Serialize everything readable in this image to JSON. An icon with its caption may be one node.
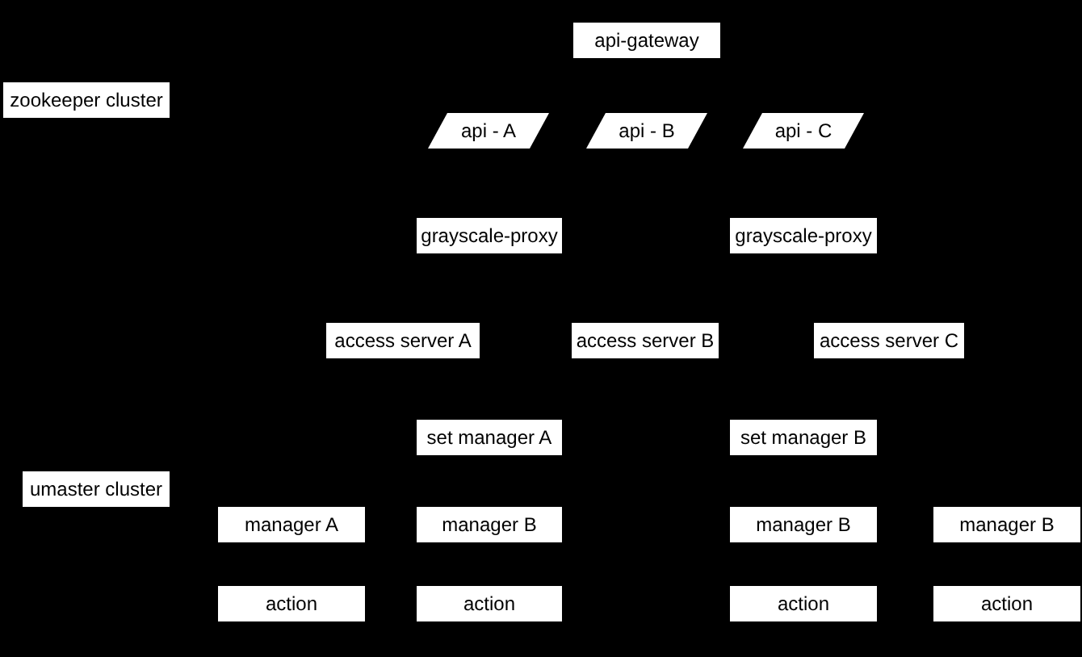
{
  "diagram": {
    "nodes": [
      {
        "text": [
          "api-gateway"
        ]
      },
      {
        "text": [
          "zookeeper cluster"
        ]
      },
      {
        "text": [
          "api - A"
        ]
      },
      {
        "text": [
          "api - B"
        ]
      },
      {
        "text": [
          "api - C"
        ]
      },
      {
        "text": [
          "grayscale-proxy"
        ]
      },
      {
        "text": [
          "grayscale-proxy"
        ]
      },
      {
        "text": [
          "access server A"
        ]
      },
      {
        "text": [
          "access server B"
        ]
      },
      {
        "text": [
          "access server C"
        ]
      },
      {
        "text": [
          "set manager A"
        ]
      },
      {
        "text": [
          "set manager B"
        ]
      },
      {
        "text": [
          "umaster cluster"
        ]
      },
      {
        "text": [
          "manager A"
        ]
      },
      {
        "text": [
          "manager B"
        ]
      },
      {
        "text": [
          "manager B"
        ]
      },
      {
        "text": [
          "manager B"
        ]
      },
      {
        "text": [
          "action"
        ]
      },
      {
        "text": [
          "action"
        ]
      },
      {
        "text": [
          "action"
        ]
      },
      {
        "text": [
          "action"
        ]
      }
    ]
  }
}
